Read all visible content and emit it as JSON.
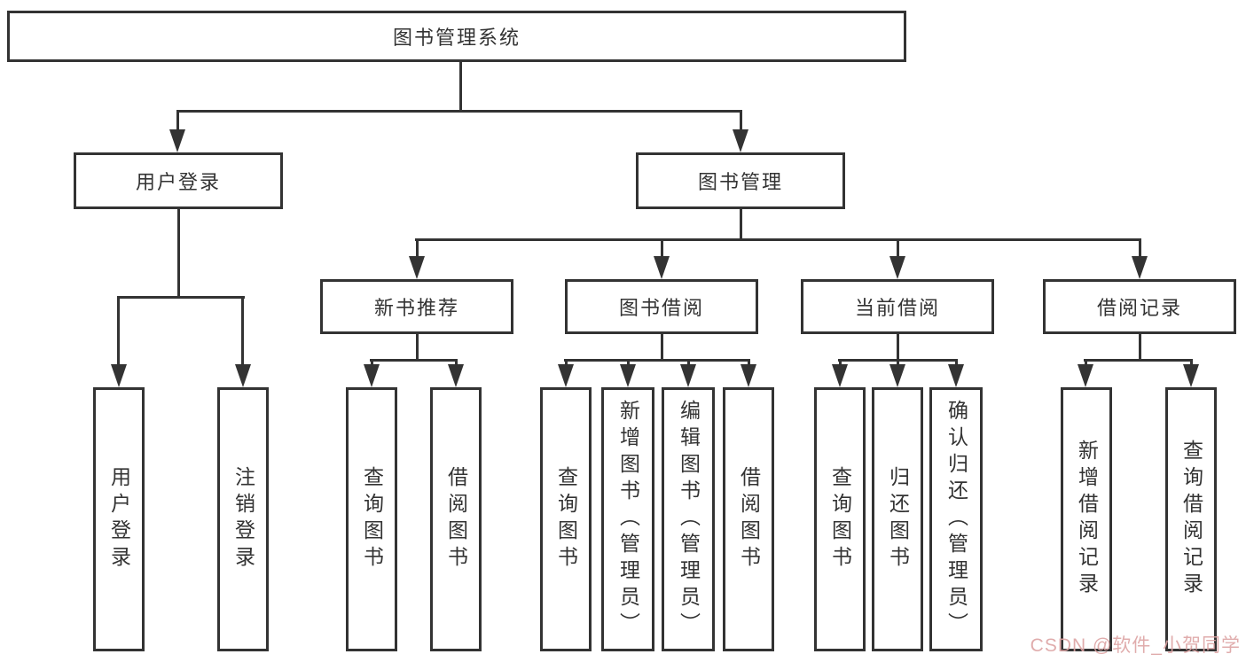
{
  "diagram_title": "图书管理系统",
  "tree": {
    "root": {
      "label": "图书管理系统"
    },
    "level2": [
      {
        "label": "用户登录",
        "children": [
          {
            "label": "用户登录"
          },
          {
            "label": "注销登录"
          }
        ]
      },
      {
        "label": "图书管理",
        "children": [
          {
            "label": "新书推荐",
            "children": [
              {
                "label": "查询图书"
              },
              {
                "label": "借阅图书"
              }
            ]
          },
          {
            "label": "图书借阅",
            "children": [
              {
                "label": "查询图书"
              },
              {
                "label": "新增图书（管理员）"
              },
              {
                "label": "编辑图书（管理员）"
              },
              {
                "label": "借阅图书"
              }
            ]
          },
          {
            "label": "当前借阅",
            "children": [
              {
                "label": "查询图书"
              },
              {
                "label": "归还图书"
              },
              {
                "label": "确认归还（管理员）"
              }
            ]
          },
          {
            "label": "借阅记录",
            "children": [
              {
                "label": "新增借阅记录"
              },
              {
                "label": "查询借阅记录"
              }
            ]
          }
        ]
      }
    ]
  },
  "watermark": {
    "text": "CSDN @软件_小贺同学",
    "color": "#dda4a4"
  },
  "colors": {
    "line": "#333333",
    "background": "#ffffff",
    "text": "#333333"
  }
}
